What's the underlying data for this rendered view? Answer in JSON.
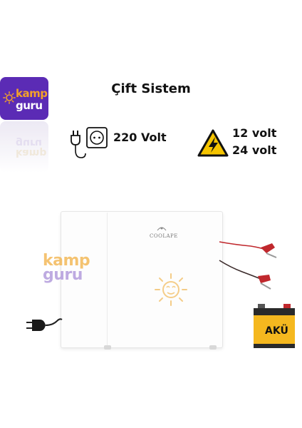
{
  "logo": {
    "line1": "kamp",
    "line2": "guru"
  },
  "title": "Çift Sistem",
  "power": {
    "ac_label": "220 Volt",
    "dc_label_1": "12 volt",
    "dc_label_2": "24 volt"
  },
  "product": {
    "brand": "COOLAPE",
    "watermark_1": "kamp",
    "watermark_2": "guru"
  },
  "battery": {
    "label": "AKÜ"
  },
  "colors": {
    "logo_bg": "#5b2bb5",
    "logo_orange": "#f3a12a",
    "warning_yellow": "#f5c400",
    "battery_yellow": "#f5b81f",
    "cable_red": "#c0282d"
  }
}
